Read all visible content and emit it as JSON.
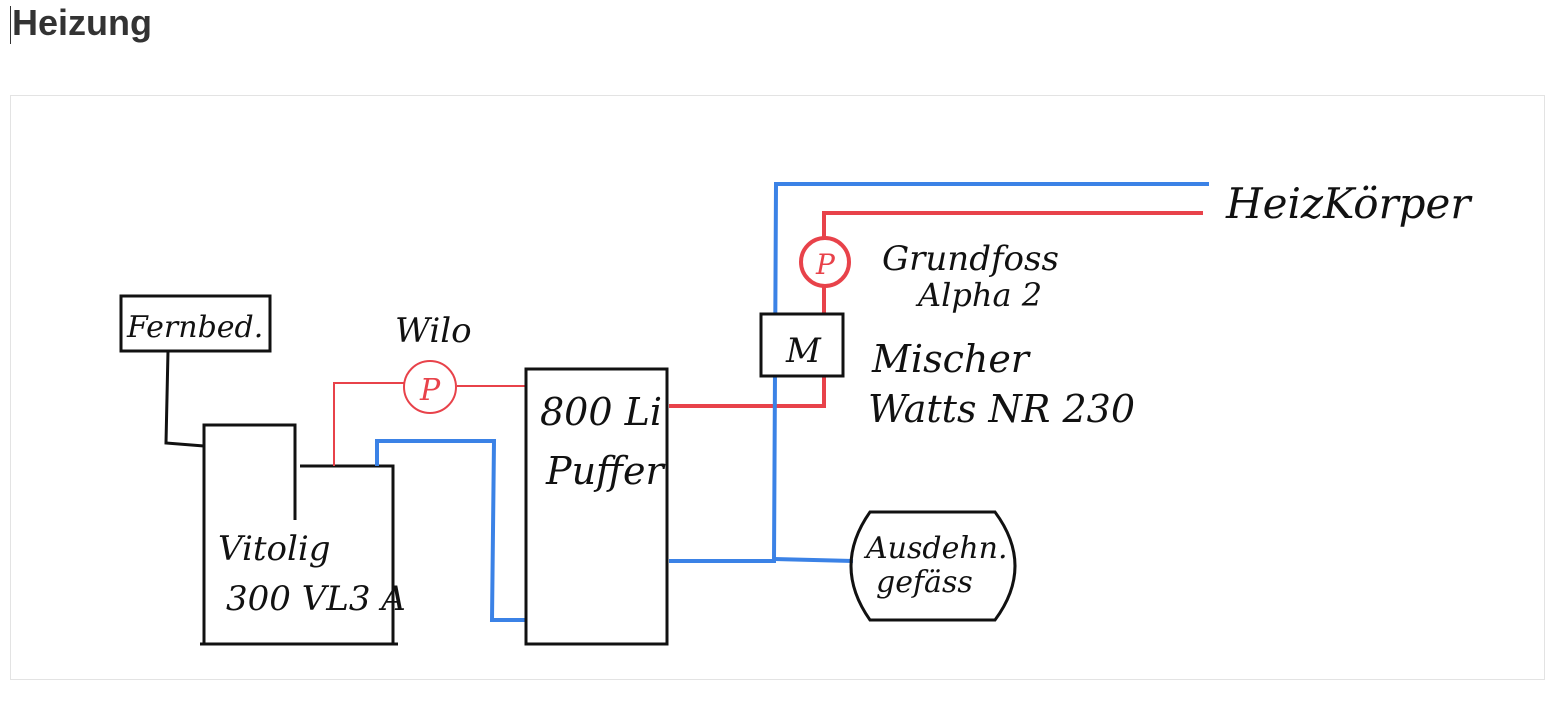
{
  "page": {
    "title": "Heizung"
  },
  "diagram": {
    "labels": {
      "remote": "Fernbed.",
      "boiler_line1": "Vitolig",
      "boiler_line2": "300 VL3 A",
      "pump1_name": "Wilo",
      "pump_symbol": "P",
      "buffer_line1": "800 Li",
      "buffer_line2": "Puffer",
      "mixer_symbol": "M",
      "pump2_line1": "Grundfoss",
      "pump2_line2": "Alpha 2",
      "mixer_line1": "Mischer",
      "mixer_line2": "Watts NR 230",
      "radiators": "HeizKörper",
      "expansion_line1": "Ausdehn.",
      "expansion_line2": "gefäss"
    },
    "colors": {
      "supply": "#e8424a",
      "return": "#3b82e6",
      "outline": "#111111",
      "frame": "#e3e3e3"
    }
  }
}
